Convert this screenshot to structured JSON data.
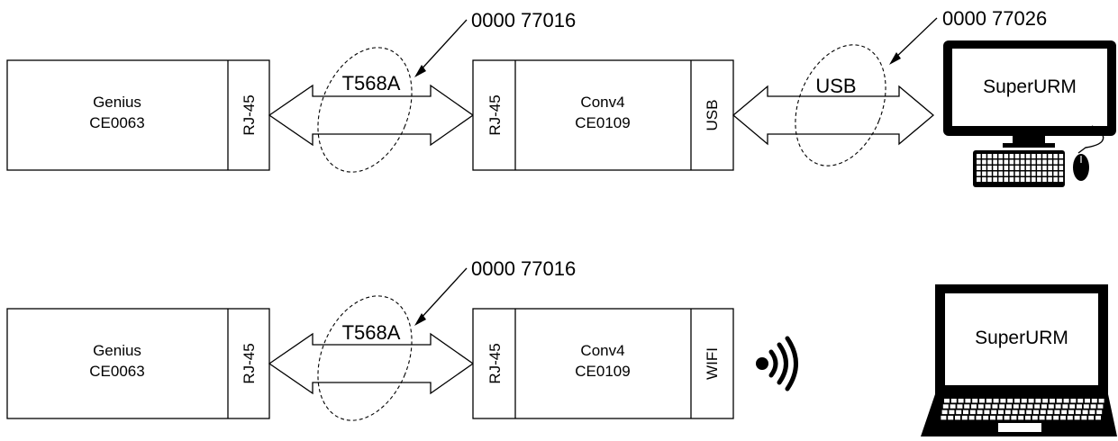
{
  "rows": [
    {
      "device": {
        "name": "Genius",
        "code": "CE0063",
        "port": "RJ-45"
      },
      "cable": {
        "label": "T568A",
        "part": "0000 77016"
      },
      "converter": {
        "in_port": "RJ-45",
        "name": "Conv4",
        "code": "CE0109",
        "out_port": "USB"
      },
      "link": {
        "label": "USB",
        "part": "0000 77026"
      },
      "computer": {
        "kind": "desktop",
        "screen_text": "SuperURM"
      }
    },
    {
      "device": {
        "name": "Genius",
        "code": "CE0063",
        "port": "RJ-45"
      },
      "cable": {
        "label": "T568A",
        "part": "0000 77016"
      },
      "converter": {
        "in_port": "RJ-45",
        "name": "Conv4",
        "code": "CE0109",
        "out_port": "WIFI"
      },
      "link": {
        "kind": "wireless",
        "icon": "wifi-signal-icon"
      },
      "computer": {
        "kind": "laptop",
        "screen_text": "SuperURM"
      }
    }
  ]
}
